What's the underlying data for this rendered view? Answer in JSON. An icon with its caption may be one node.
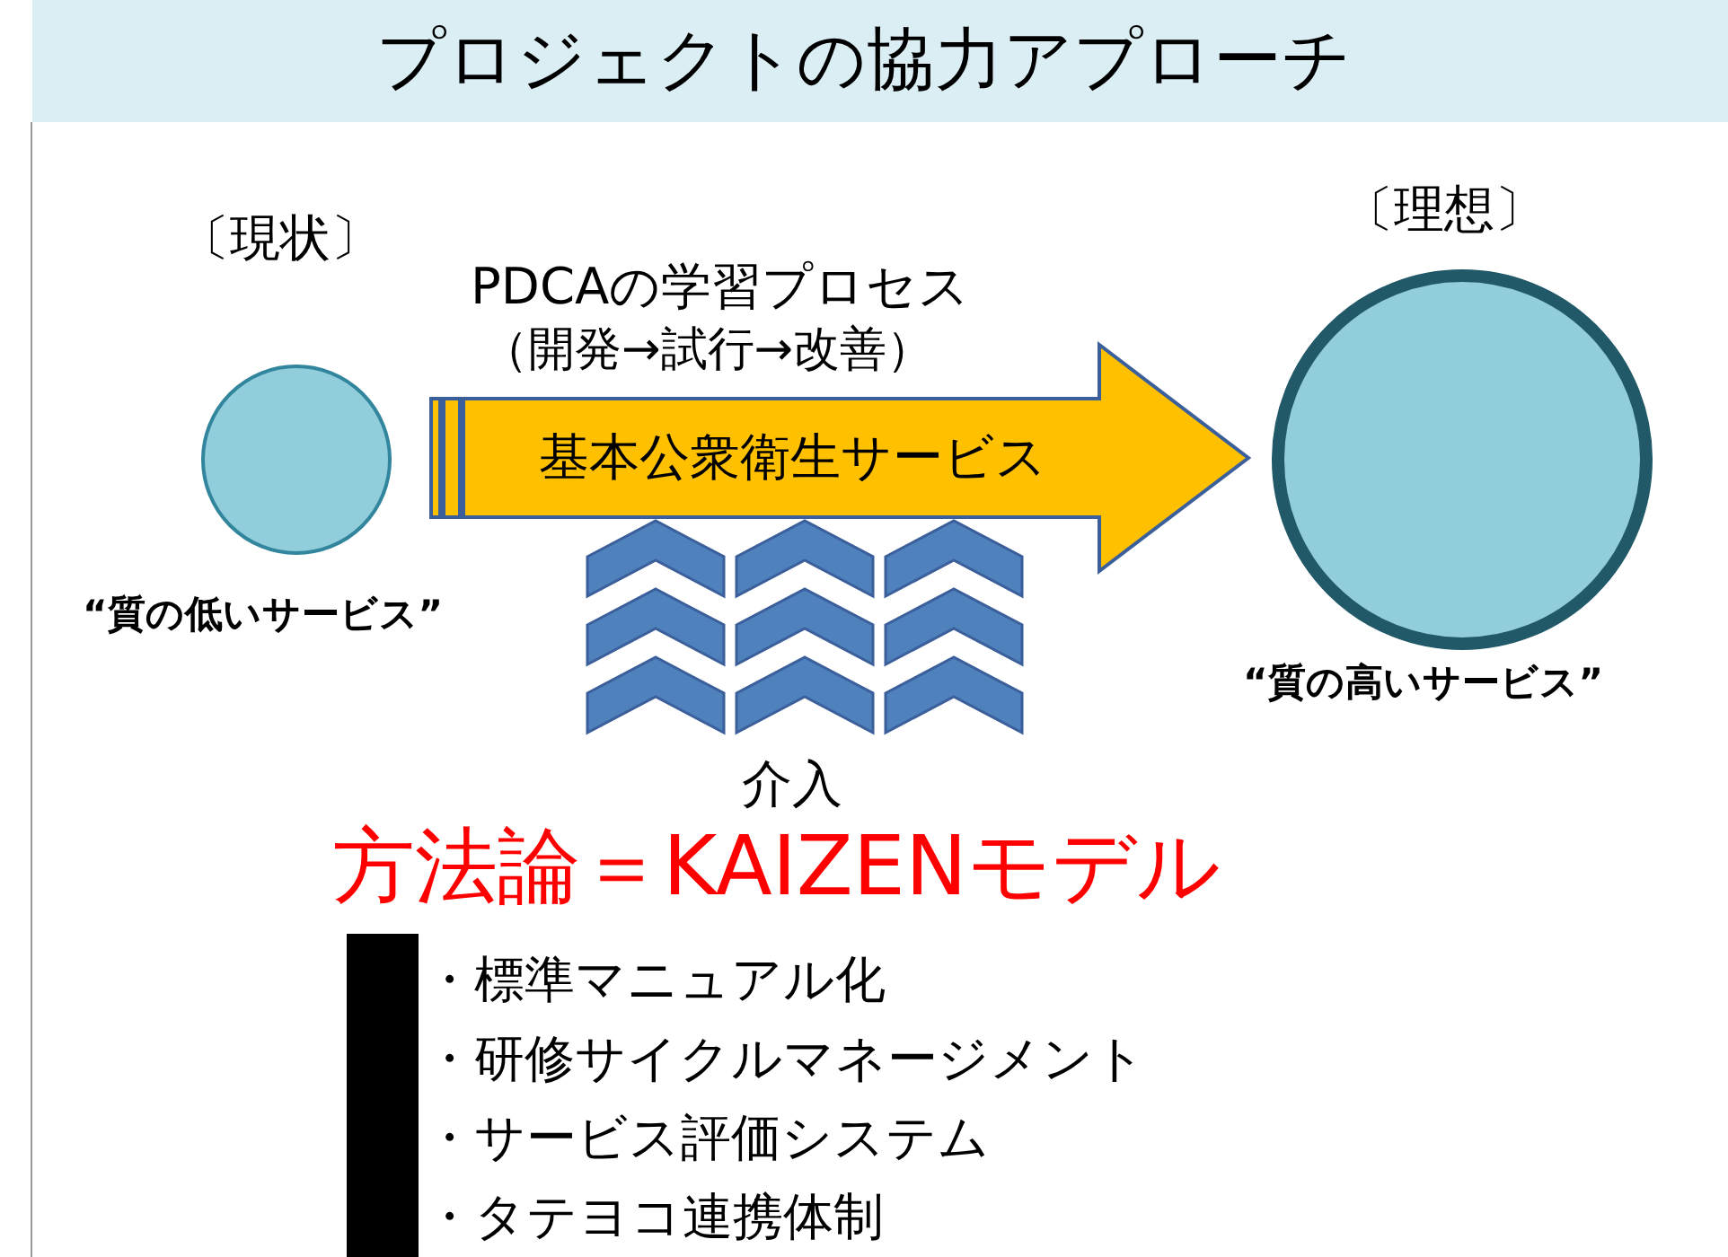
{
  "diagram": {
    "title": "プロジェクトの協力アプローチ",
    "nodes": [
      {
        "text": [],
        "shape": "circle",
        "beside": [
          "〔現状〕",
          "“質の低いサービス”"
        ]
      },
      {
        "text": [
          "基本公衆衛生サービス"
        ],
        "beside": [
          "PDCAの学習プロセス",
          "（開発→試行→改善）"
        ]
      },
      {
        "text": [],
        "shape": "circle",
        "beside": [
          "〔理想〕",
          "“質の高いサービス”"
        ]
      },
      {
        "text": [
          "介入"
        ]
      },
      {
        "text": [],
        "shape": "bar"
      }
    ],
    "labels": [
      "方法論＝KAIZENモデル",
      "・標準マニュアル化",
      "・研修サイクルマネージメント",
      "・サービス評価システム",
      "・タテヨコ連携体制"
    ]
  }
}
